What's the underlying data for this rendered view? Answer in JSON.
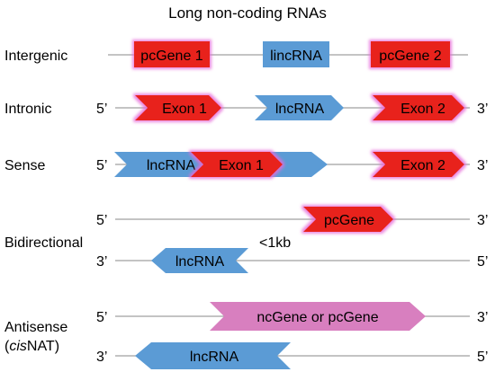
{
  "title": "Long non-coding RNAs",
  "colors": {
    "protein_coding": "#e8231a",
    "lncrna": "#5b9bd5",
    "antisense_gene": "#d87fbf",
    "strand_line": "#a0a0a0",
    "glow": "#e66ad8"
  },
  "rows": [
    {
      "label": "Intergenic",
      "strands": [
        {
          "five_prime": "",
          "three_prime": "",
          "features": [
            {
              "text": "pcGene 1",
              "shape": "box",
              "color": "protein_coding"
            },
            {
              "text": "lincRNA",
              "shape": "box",
              "color": "lncrna"
            },
            {
              "text": "pcGene 2",
              "shape": "box",
              "color": "protein_coding"
            }
          ]
        }
      ]
    },
    {
      "label": "Intronic",
      "strands": [
        {
          "five_prime": "5’",
          "three_prime": "3’",
          "features": [
            {
              "text": "Exon 1",
              "shape": "arrow-right",
              "color": "protein_coding"
            },
            {
              "text": "lncRNA",
              "shape": "arrow-right",
              "color": "lncrna"
            },
            {
              "text": "Exon 2",
              "shape": "arrow-right",
              "color": "protein_coding"
            }
          ]
        }
      ]
    },
    {
      "label": "Sense",
      "strands": [
        {
          "five_prime": "5’",
          "three_prime": "3’",
          "features": [
            {
              "text": "lncRNA",
              "shape": "arrow-right",
              "color": "lncrna"
            },
            {
              "text": "Exon 1",
              "shape": "arrow-right",
              "color": "protein_coding"
            },
            {
              "text": "Exon 2",
              "shape": "arrow-right",
              "color": "protein_coding"
            }
          ]
        }
      ]
    },
    {
      "label": "Bidirectional",
      "annotation": "<1kb",
      "strands": [
        {
          "five_prime": "5’",
          "three_prime": "3’",
          "features": [
            {
              "text": "pcGene",
              "shape": "arrow-right",
              "color": "protein_coding"
            }
          ]
        },
        {
          "five_prime": "3’",
          "three_prime": "5’",
          "features": [
            {
              "text": "lncRNA",
              "shape": "arrow-left",
              "color": "lncrna"
            }
          ]
        }
      ]
    },
    {
      "label_lines": [
        "Antisense",
        "(",
        "cis",
        "NAT)"
      ],
      "strands": [
        {
          "five_prime": "5’",
          "three_prime": "3’",
          "features": [
            {
              "text": "ncGene or pcGene",
              "shape": "arrow-right",
              "color": "antisense_gene"
            }
          ]
        },
        {
          "five_prime": "3’",
          "three_prime": "5’",
          "features": [
            {
              "text": "lncRNA",
              "shape": "arrow-left",
              "color": "lncrna"
            }
          ]
        }
      ]
    }
  ]
}
